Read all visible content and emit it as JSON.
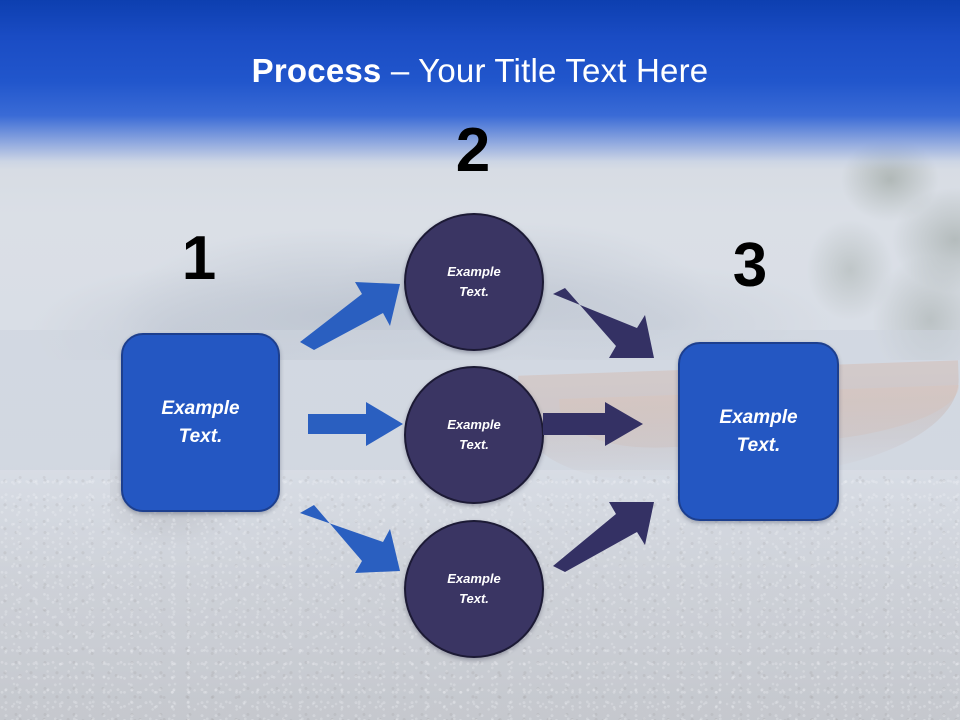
{
  "slide": {
    "title": {
      "strong": "Process",
      "rest": " – Your Title Text Here"
    },
    "background": {
      "description": "washed-out lake, mountains, wooden boat and gravel shore photograph",
      "banner_color_top": "#0d3fb0",
      "banner_color_bottom": "#3a6bd6"
    }
  },
  "steps": [
    {
      "number": "1",
      "shape": "rounded-rectangle",
      "label_line1": "Example",
      "label_line2": "Text.",
      "fill": "#2457c2",
      "border": "#1d3f8e",
      "text_color": "#ffffff"
    },
    {
      "number": "2",
      "shape": "circle",
      "fill": "#3a3563",
      "border": "#1c1a35",
      "text_color": "#ffffff",
      "nodes": [
        {
          "label_line1": "Example",
          "label_line2": "Text."
        },
        {
          "label_line1": "Example",
          "label_line2": "Text."
        },
        {
          "label_line1": "Example",
          "label_line2": "Text."
        }
      ]
    },
    {
      "number": "3",
      "shape": "rounded-rectangle",
      "label_line1": "Example",
      "label_line2": "Text.",
      "fill": "#2457c2",
      "border": "#1d3f8e",
      "text_color": "#ffffff"
    }
  ],
  "arrows": {
    "left_color": "#2a5fc0",
    "right_color": "#343164",
    "items": [
      {
        "name": "arrow-box1-to-circle-top",
        "direction": "up-right",
        "color": "#2a5fc0"
      },
      {
        "name": "arrow-box1-to-circle-middle",
        "direction": "right",
        "color": "#2a5fc0"
      },
      {
        "name": "arrow-box1-to-circle-bottom",
        "direction": "down-right",
        "color": "#2a5fc0"
      },
      {
        "name": "arrow-circle-top-to-box3",
        "direction": "down-right",
        "color": "#343164"
      },
      {
        "name": "arrow-circle-middle-to-box3",
        "direction": "right",
        "color": "#343164"
      },
      {
        "name": "arrow-circle-bottom-to-box3",
        "direction": "up-right",
        "color": "#343164"
      }
    ]
  }
}
